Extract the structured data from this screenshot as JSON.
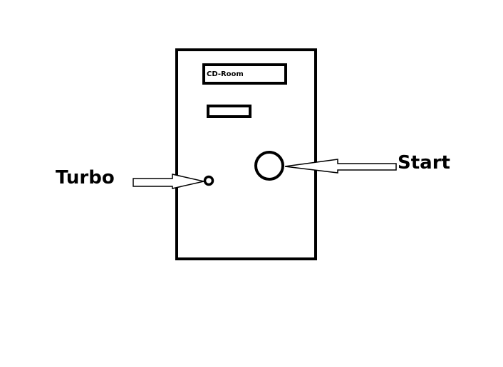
{
  "colors": {
    "stroke": "#000000",
    "fill": "#ffffff",
    "text": "#000000"
  },
  "case": {
    "drive_label": "CD-Room"
  },
  "labels": {
    "turbo": "Turbo",
    "start": "Start"
  }
}
